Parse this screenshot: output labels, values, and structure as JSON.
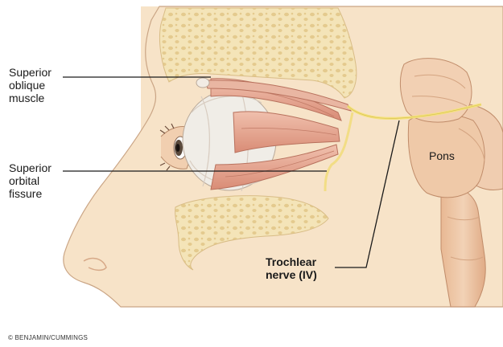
{
  "labels": {
    "superior_oblique": "Superior\noblique\nmuscle",
    "superior_orbital_fissure": "Superior\norbital\nfissure",
    "pons": "Pons",
    "trochlear_nerve": "Trochlear\nnerve (IV)"
  },
  "copyright": "© BENJAMIN/CUMMINGS",
  "colors": {
    "skin": "#f6dfc3",
    "bone": "#f3e3b6",
    "bone_hole": "#e3c687",
    "muscle": "#e2a48f",
    "muscle_dark": "#c47a66",
    "nerve": "#f4e27a",
    "brainstem": "#ecc3a2"
  }
}
